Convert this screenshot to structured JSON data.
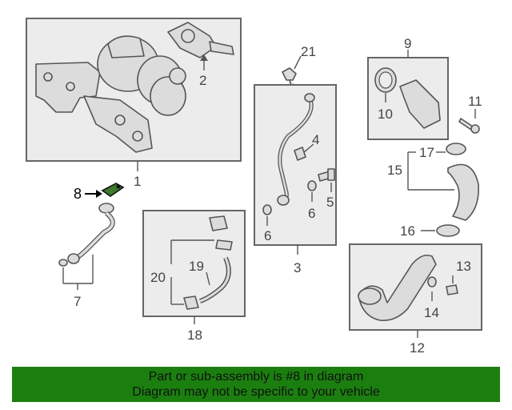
{
  "diagram": {
    "callouts": {
      "c1": "1",
      "c2": "2",
      "c3": "3",
      "c4": "4",
      "c5": "5",
      "c6a": "6",
      "c6b": "6",
      "c7": "7",
      "c8": "8",
      "c9": "9",
      "c10": "10",
      "c11": "11",
      "c12": "12",
      "c13": "13",
      "c14": "14",
      "c15": "15",
      "c16": "16",
      "c17": "17",
      "c18": "18",
      "c19": "19",
      "c20": "20",
      "c21": "21"
    },
    "highlighted_part": "8",
    "highlight_color": "#3f7a2a"
  },
  "banner": {
    "line1": "Part or sub-assembly is #8 in diagram",
    "line2": "Diagram may not be specific to your vehicle",
    "background": "#1b7f0f"
  }
}
